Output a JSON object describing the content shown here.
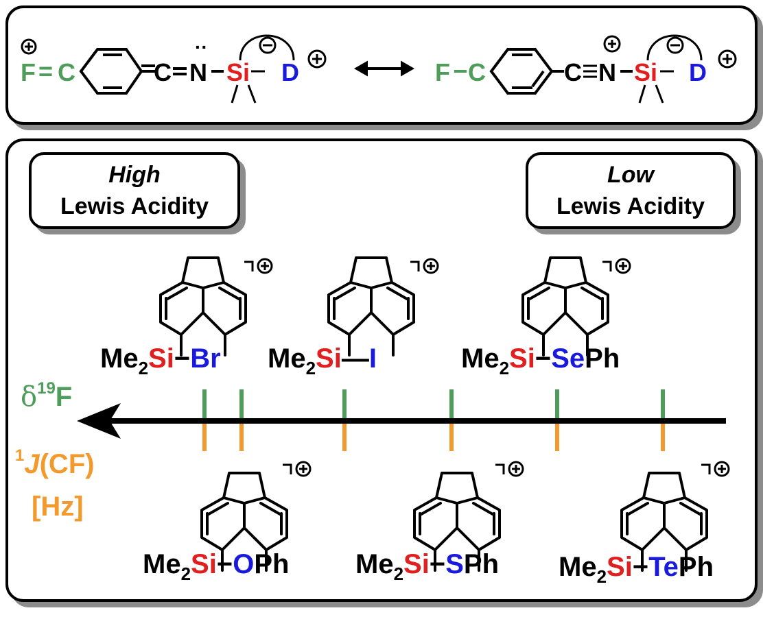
{
  "colors": {
    "green": "#4f9d5a",
    "red": "#e02020",
    "blue": "#1a1adc",
    "orange": "#f29a2e",
    "black": "#000000"
  },
  "resonance": {
    "left": {
      "charge_F": "⊕",
      "F": "F",
      "bond_FC": "=",
      "C": "C",
      "linker": "=C=",
      "N": "N",
      "lone_pair": "··",
      "dash": "−",
      "Si": "Si",
      "charge_Si": "⊖",
      "D": "D",
      "charge_D": "⊕"
    },
    "arrow": "↔",
    "right": {
      "F": "F",
      "bond_FC": "−",
      "C": "C",
      "linker": "C≡",
      "N": "N",
      "charge_N": "⊕",
      "dash": "−",
      "Si": "Si",
      "charge_Si": "⊖",
      "D": "D",
      "charge_D": "⊕"
    }
  },
  "acidity": {
    "high": {
      "word": "High",
      "text": "Lewis Acidity"
    },
    "low": {
      "word": "Low",
      "text": "Lewis Acidity"
    }
  },
  "axis": {
    "shift_label": {
      "delta": "δ",
      "sup": "19",
      "nucleus": "F"
    },
    "coupling_label": {
      "sup": "1",
      "J": "J",
      "cf": "(CF)",
      "unit": "[Hz]"
    }
  },
  "compounds": [
    {
      "prefix": "Me",
      "sub": "2",
      "si": "Si",
      "bond": "−",
      "donor": "Br",
      "tail": "",
      "charge": "⊕"
    },
    {
      "prefix": "Me",
      "sub": "2",
      "si": "Si",
      "bond": "—",
      "donor": "I",
      "tail": "",
      "charge": "⊕"
    },
    {
      "prefix": "Me",
      "sub": "2",
      "si": "Si",
      "bond": "−",
      "donor": "Se",
      "tail": "Ph",
      "charge": "⊕"
    },
    {
      "prefix": "Me",
      "sub": "2",
      "si": "Si",
      "bond": "−",
      "donor": "O",
      "tail": "Ph",
      "charge": "⊕"
    },
    {
      "prefix": "Me",
      "sub": "2",
      "si": "Si",
      "bond": "−",
      "donor": "S",
      "tail": "Ph",
      "charge": "⊕"
    },
    {
      "prefix": "Me",
      "sub": "2",
      "si": "Si",
      "bond": "−",
      "donor": "Te",
      "tail": "Ph",
      "charge": "⊕"
    }
  ]
}
